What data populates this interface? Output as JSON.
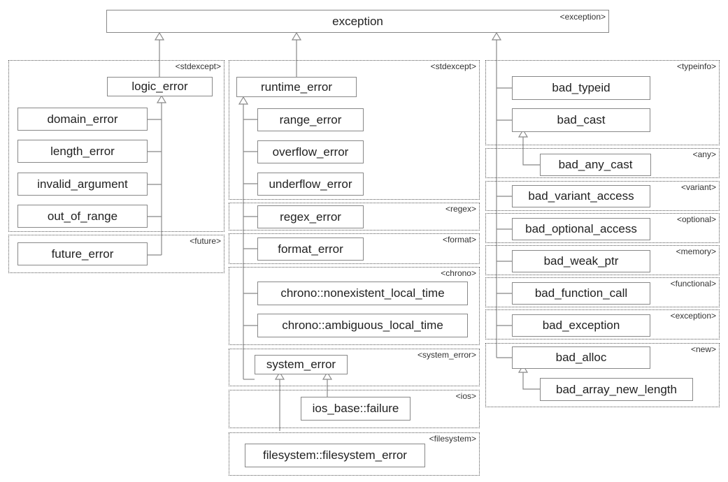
{
  "classes": {
    "exception": "exception",
    "logic_error": "logic_error",
    "domain_error": "domain_error",
    "length_error": "length_error",
    "invalid_argument": "invalid_argument",
    "out_of_range": "out_of_range",
    "future_error": "future_error",
    "runtime_error": "runtime_error",
    "range_error": "range_error",
    "overflow_error": "overflow_error",
    "underflow_error": "underflow_error",
    "regex_error": "regex_error",
    "format_error": "format_error",
    "nonexistent_local_time": "chrono::nonexistent_local_time",
    "ambiguous_local_time": "chrono::ambiguous_local_time",
    "system_error": "system_error",
    "ios_failure": "ios_base::failure",
    "filesystem_error": "filesystem::filesystem_error",
    "bad_typeid": "bad_typeid",
    "bad_cast": "bad_cast",
    "bad_any_cast": "bad_any_cast",
    "bad_variant_access": "bad_variant_access",
    "bad_optional_access": "bad_optional_access",
    "bad_weak_ptr": "bad_weak_ptr",
    "bad_function_call": "bad_function_call",
    "bad_exception": "bad_exception",
    "bad_alloc": "bad_alloc",
    "bad_array_new_length": "bad_array_new_length"
  },
  "headers": {
    "exception_root": "<exception>",
    "stdexcept_left": "<stdexcept>",
    "future": "<future>",
    "stdexcept_mid": "<stdexcept>",
    "regex": "<regex>",
    "format": "<format>",
    "chrono": "<chrono>",
    "system_error": "<system_error>",
    "ios": "<ios>",
    "filesystem": "<filesystem>",
    "typeinfo": "<typeinfo>",
    "any": "<any>",
    "variant": "<variant>",
    "optional": "<optional>",
    "memory": "<memory>",
    "functional": "<functional>",
    "exception_right": "<exception>",
    "new": "<new>"
  }
}
